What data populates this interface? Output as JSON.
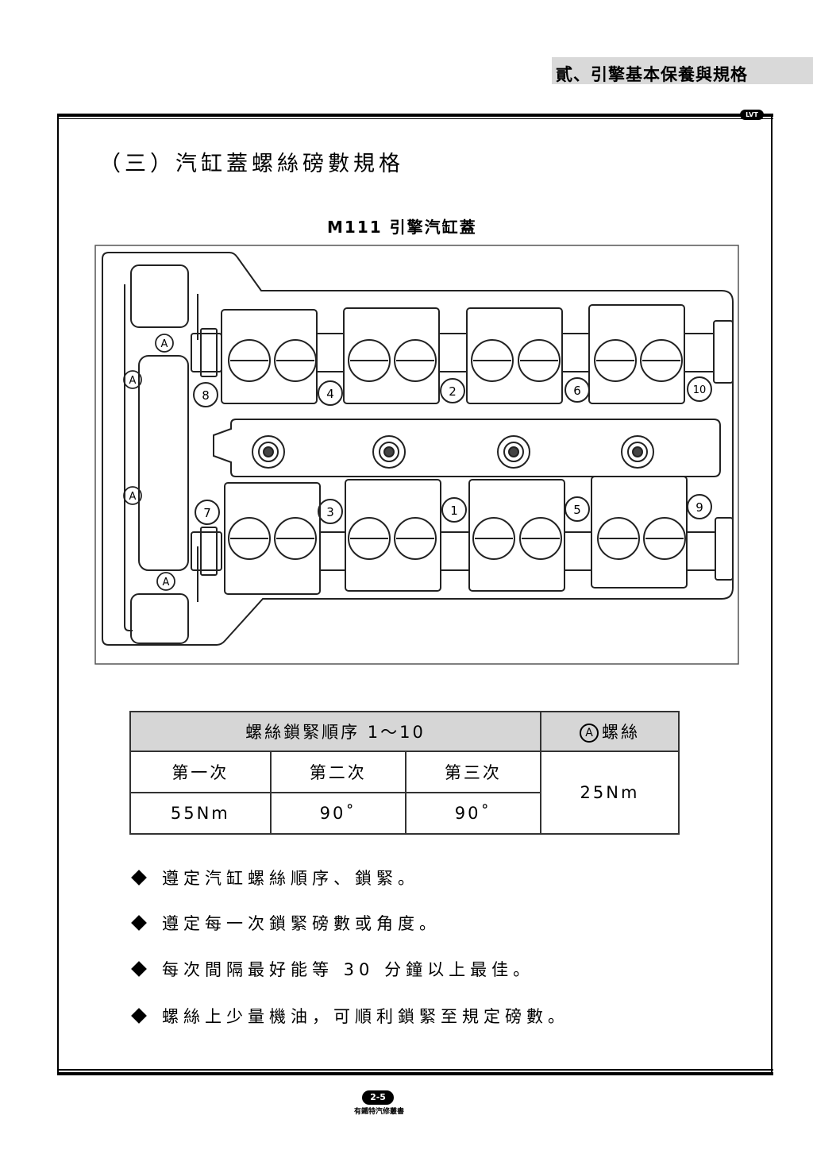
{
  "header": {
    "chapter_title": "貳、引擎基本保養與規格",
    "logo_text": "LVT"
  },
  "section": {
    "heading": "（三）汽缸蓋螺絲磅數規格"
  },
  "figure": {
    "title": "M111 引擎汽缸蓋",
    "bolt_labels_top": [
      "8",
      "4",
      "2",
      "6",
      "10"
    ],
    "bolt_labels_bottom": [
      "7",
      "3",
      "1",
      "5",
      "9"
    ],
    "aux_label": "A"
  },
  "torque_table": {
    "header_sequence": "螺絲鎖緊順序 1～10",
    "header_aux_symbol": "A",
    "header_aux_text": "螺絲",
    "steps": [
      "第一次",
      "第二次",
      "第三次"
    ],
    "values": [
      "55Nm",
      "90˚",
      "90˚"
    ],
    "aux_value": "25Nm"
  },
  "notes": [
    "遵定汽缸螺絲順序、鎖緊。",
    "遵定每一次鎖緊磅數或角度。",
    "每次間隔最好能等 30 分鐘以上最佳。",
    "螺絲上少量機油，可順利鎖緊至規定磅數。"
  ],
  "footer": {
    "page_number": "2-5",
    "publisher": "有鐵特汽修叢書"
  }
}
